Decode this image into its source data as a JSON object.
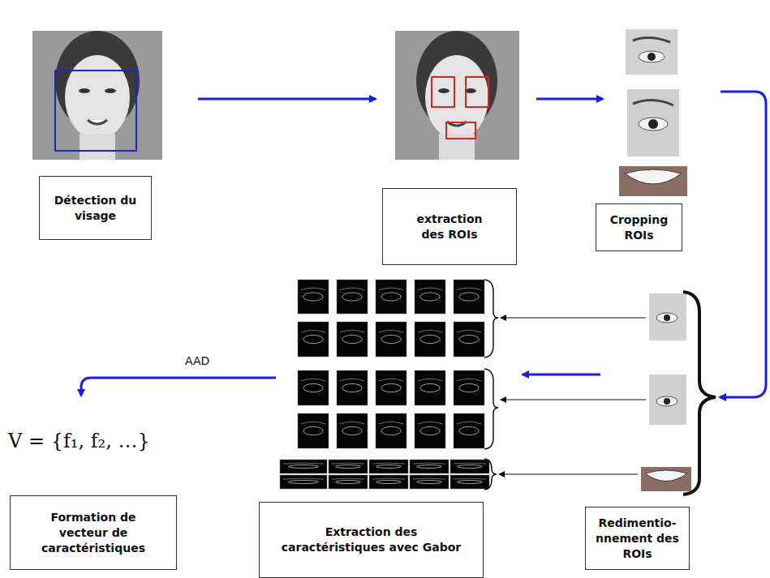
{
  "diagram": {
    "nodes": [
      {
        "text": [
          "Détection du visage"
        ]
      },
      {
        "text": [
          "extraction des ROIs"
        ]
      },
      {
        "text": [
          "Cropping ROIs"
        ]
      },
      {
        "text": [
          "Redimentio- nnement des ROIs"
        ]
      },
      {
        "text": [
          "Extraction des caractéristiques avec Gabor"
        ]
      },
      {
        "text": [
          "Formation de vecteur de caractéristiques"
        ]
      }
    ],
    "labels": [
      "AAD",
      "V = {f₁, f₂, …}"
    ]
  }
}
